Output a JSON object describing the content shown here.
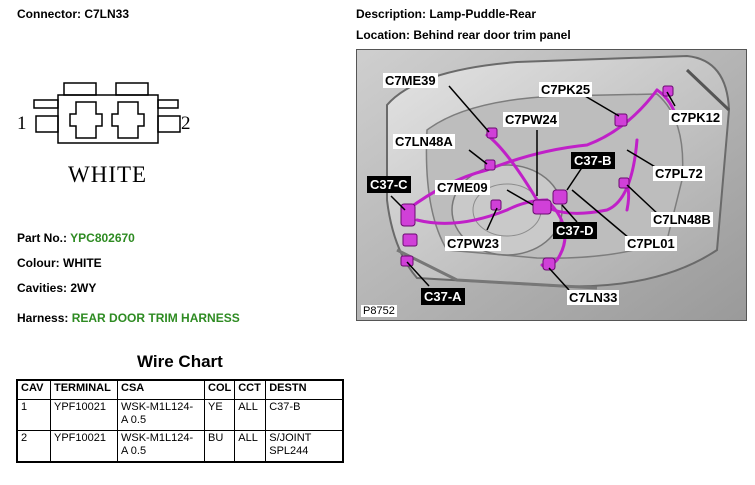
{
  "connector": {
    "label": "Connector: C7LN33"
  },
  "description": {
    "label": "Description: Lamp-Puddle-Rear"
  },
  "location": {
    "label": "Location: Behind rear door trim panel"
  },
  "diagram": {
    "pin_left": "1",
    "pin_right": "2",
    "color_text": "WHITE"
  },
  "part": {
    "label": "Part No.:",
    "value": "YPC802670"
  },
  "colour": {
    "label": "Colour: WHITE"
  },
  "cavities": {
    "label": "Cavities: 2WY"
  },
  "harness": {
    "label": "Harness:",
    "value": "REAR DOOR TRIM HARNESS"
  },
  "photo": {
    "figure_id": "P8752",
    "callouts": [
      "C7ME39",
      "C7PK25",
      "C7PW24",
      "C7PK12",
      "C7LN48A",
      "C37-B",
      "C37-C",
      "C7ME09",
      "C7PL72",
      "C7LN48B",
      "C37-D",
      "C7PW23",
      "C7PL01",
      "C37-A",
      "C7LN33"
    ]
  },
  "wire_chart": {
    "title": "Wire Chart",
    "headers": [
      "CAV",
      "TERMINAL",
      "CSA",
      "COL",
      "CCT",
      "DESTN"
    ],
    "rows": [
      [
        "1",
        "YPF10021",
        "WSK-M1L124-\nA 0.5",
        "YE",
        "ALL",
        "C37-B"
      ],
      [
        "2",
        "YPF10021",
        "WSK-M1L124-\nA 0.5",
        "BU",
        "ALL",
        "S/JOINT\nSPL244"
      ]
    ]
  },
  "colors": {
    "harness_green": "#2e8b22",
    "wire_magenta": "#c020c8"
  }
}
